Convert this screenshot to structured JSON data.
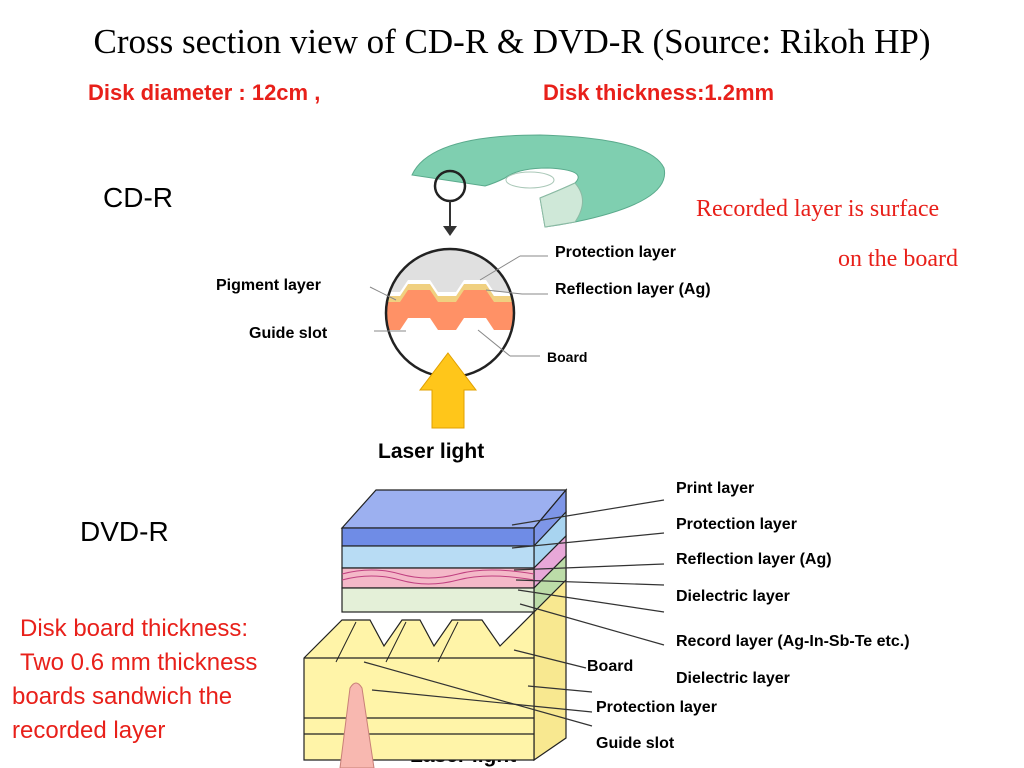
{
  "title": "Cross section view of CD-R & DVD-R  (Source: Rikoh HP)",
  "subtitle": {
    "diameter": "Disk diameter : 12cm ,",
    "thickness": "Disk thickness:1.2mm"
  },
  "cdr": {
    "heading": "CD-R",
    "labels": {
      "protection": "Protection layer",
      "reflection": "Reflection layer (Ag)",
      "pigment": "Pigment layer",
      "guide": "Guide slot",
      "board": "Board",
      "laser": "Laser light"
    },
    "note_line1": "Recorded layer is surface",
    "note_line2": "on the board"
  },
  "dvdr": {
    "heading": "DVD-R",
    "labels": {
      "print": "Print layer",
      "protection": "Protection layer",
      "reflection": "Reflection layer (Ag)",
      "dielectric1": "Dielectric layer",
      "record": "Record layer (Ag-In-Sb-Te etc.)",
      "dielectric2": "Dielectric layer",
      "board": "Board",
      "protection2": "Protection layer",
      "guide": "Guide slot",
      "laser": "Laser light"
    },
    "note_lines": [
      "Disk board  thickness:",
      " Two 0.6 mm thickness",
      "boards sandwich the",
      "recorded layer"
    ]
  },
  "colors": {
    "disk": "#7fcfb0",
    "accent_red": "#e8201a",
    "arrow": "#ffc61a",
    "print_layer": "#98a8ee",
    "protection_layer": "#b8dcf4",
    "pink_layer": "#f4b8c8",
    "dielectric_layer": "#e4f0d8",
    "board": "#fff4a8"
  }
}
